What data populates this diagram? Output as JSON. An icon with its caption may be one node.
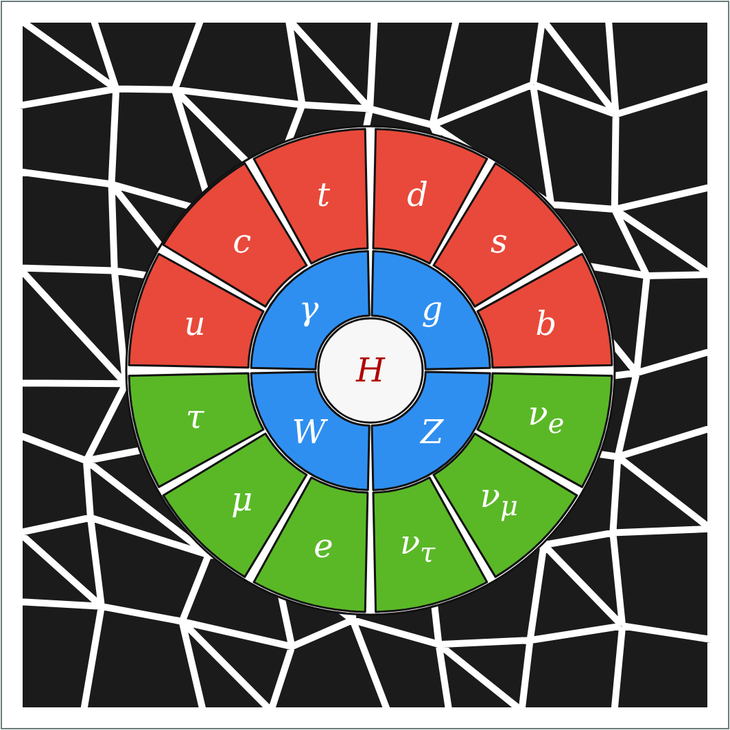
{
  "diagram": {
    "nodes": [
      {
        "text": [
          "u"
        ]
      },
      {
        "text": [
          "c"
        ]
      },
      {
        "text": [
          "t"
        ]
      },
      {
        "text": [
          "d"
        ]
      },
      {
        "text": [
          "s"
        ]
      },
      {
        "text": [
          "b"
        ]
      },
      {
        "text": [
          "γ"
        ]
      },
      {
        "text": [
          "g"
        ]
      },
      {
        "text": [
          "H"
        ]
      },
      {
        "text": [
          "W"
        ]
      },
      {
        "text": [
          "Z"
        ]
      },
      {
        "text": [
          "τ"
        ]
      },
      {
        "text": [
          "μ"
        ]
      },
      {
        "text": [
          "e"
        ]
      },
      {
        "text": [
          "ν$_{τ}$"
        ]
      },
      {
        "text": [
          "ν$_{μ}$"
        ]
      },
      {
        "text": [
          "ν$_{e}$"
        ]
      }
    ]
  }
}
